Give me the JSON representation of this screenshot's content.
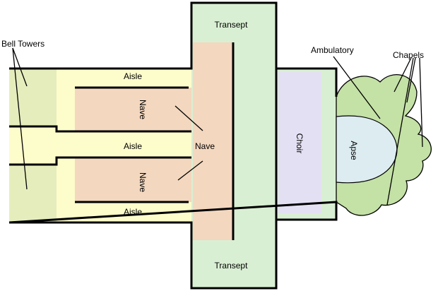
{
  "labels": {
    "bell_towers": "Bell Towers",
    "aisle_top": "Aisle",
    "aisle_middle": "Aisle",
    "aisle_bottom": "Aisle",
    "nave_upper": "Nave",
    "nave_lower": "Nave",
    "nave_center": "Nave",
    "transept_top": "Transept",
    "transept_bottom": "Transept",
    "choir": "Choir",
    "apse": "Apse",
    "ambulatory": "Ambulatory",
    "chapels": "Chapels"
  },
  "colors": {
    "bell_towers": "#e6edbd",
    "aisles": "#fdfccb",
    "nave": "#f3d7be",
    "transept": "#d9efd3",
    "choir": "#e4e0f4",
    "apse": "#dcecf1",
    "ambulatory": "#c4e1a6",
    "walls": "#000000"
  }
}
